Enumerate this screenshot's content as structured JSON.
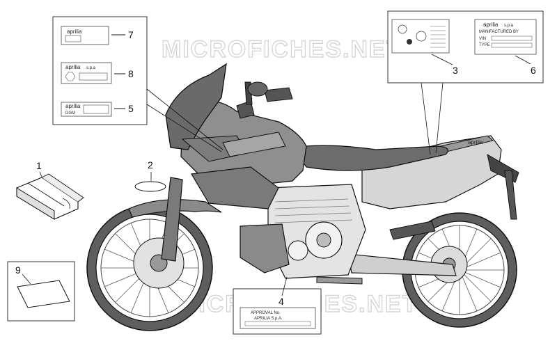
{
  "watermark": "MICROFICHES.NET",
  "callouts": {
    "c1": "1",
    "c2": "2",
    "c3": "3",
    "c4": "4",
    "c5": "5",
    "c6": "6",
    "c7": "7",
    "c8": "8",
    "c9": "9"
  },
  "decals": {
    "d7": "aprilia",
    "d8_brand": "aprilia",
    "d8_suffix": "s.p.a",
    "d5_brand": "aprilia",
    "d5_line2": "DGM",
    "d6_brand": "aprilia",
    "d6_suffix": "s.p.a",
    "d6_l1": "MANIFACTURED BY",
    "d6_l2": "VIN",
    "d6_l3": "TYPE",
    "d4_l1": "APPROVAL No.",
    "d4_l2": "APRILIA S.p.A.",
    "tail_brand": "aprilia"
  },
  "colors": {
    "body_dark": "#6e6e6e",
    "body_mid": "#8c8c8c",
    "body_light": "#b8b8b8",
    "frame": "#d0d0d0",
    "line": "#111111"
  }
}
